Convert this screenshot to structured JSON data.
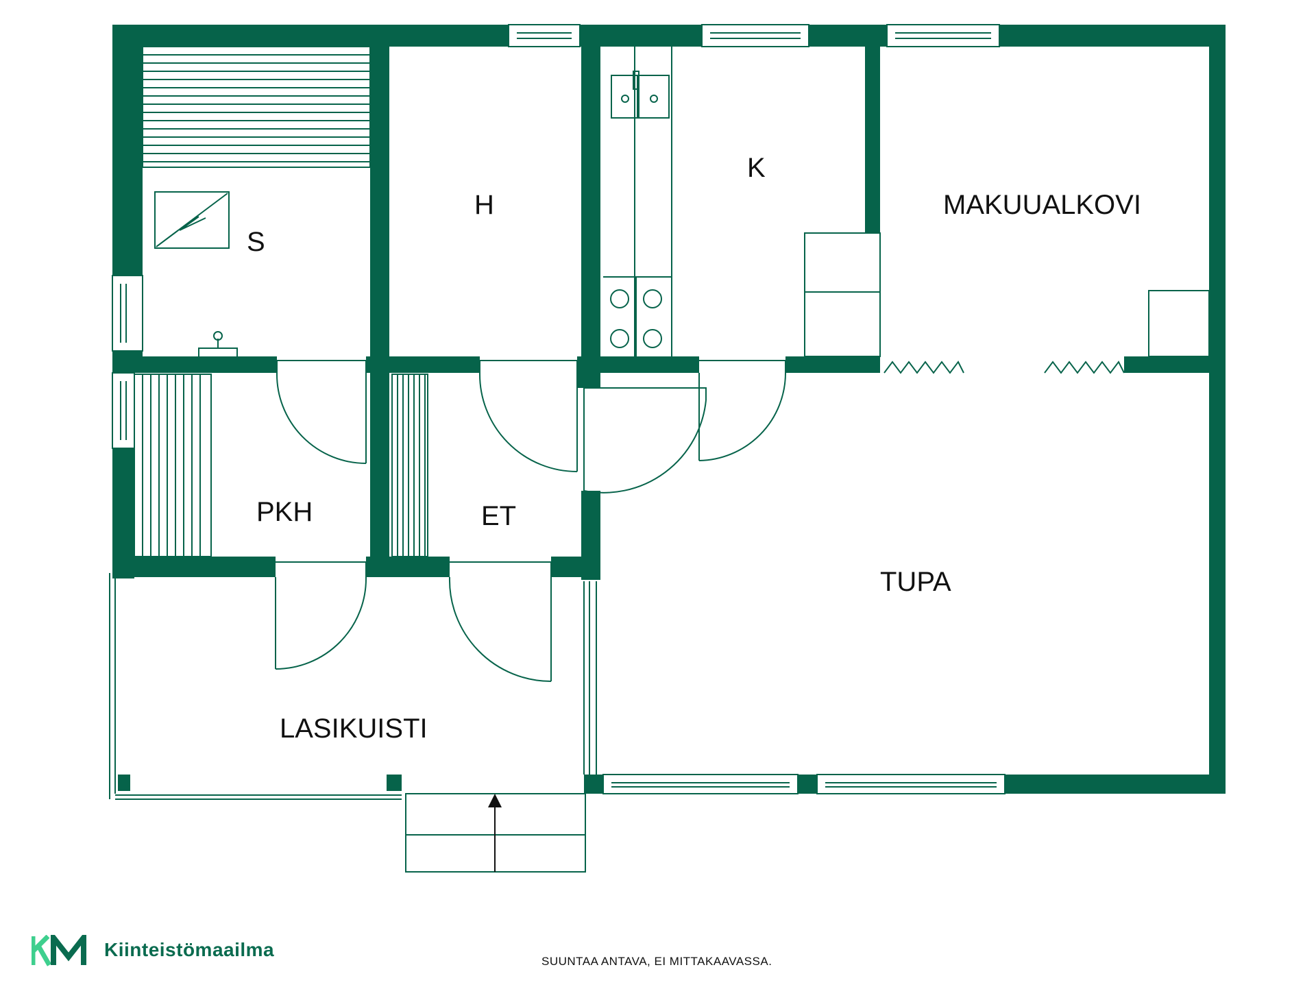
{
  "colors": {
    "wall": "#06634a",
    "line": "#06634a",
    "text": "#111111",
    "brand": "#0a6b4f",
    "brand_light": "#3ecf8e"
  },
  "rooms": {
    "s": "S",
    "h": "H",
    "k": "K",
    "makuualkovi": "MAKUUALKOVI",
    "pkh": "PKH",
    "et": "ET",
    "tupa": "TUPA",
    "lasikuisti": "LASIKUISTI"
  },
  "footer": {
    "logo_mark": "KM",
    "brand_name": "Kiinteistömaailma",
    "disclaimer": "SUUNTAA ANTAVA, EI MITTAKAAVASSA."
  }
}
